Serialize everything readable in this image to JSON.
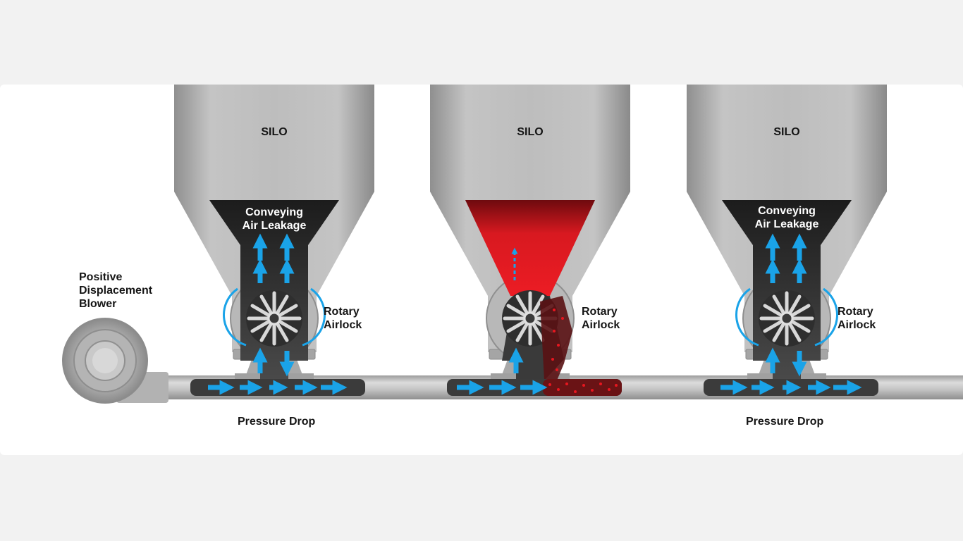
{
  "colors": {
    "background": "#f2f2f2",
    "panel": "#ffffff",
    "silo_metal": "#b9b9b9",
    "pipe": "#c8c8c8",
    "dark_channel": "#3d3d3d",
    "air_arrow": "#1aa3e8",
    "material_red": "#e8161f"
  },
  "blower": {
    "label_lines": [
      "Positive",
      "Displacement",
      "Blower"
    ]
  },
  "stations": [
    {
      "silo_label": "SILO",
      "leak_label_lines": [
        "Conveying",
        "Air Leakage"
      ],
      "airlock_label_lines": [
        "Rotary",
        "Airlock"
      ],
      "pressure_label": "Pressure Drop",
      "state": "air-leakage"
    },
    {
      "silo_label": "SILO",
      "leak_label_lines": [],
      "airlock_label_lines": [
        "Rotary",
        "Airlock"
      ],
      "pressure_label": "",
      "state": "material-flow"
    },
    {
      "silo_label": "SILO",
      "leak_label_lines": [
        "Conveying",
        "Air Leakage"
      ],
      "airlock_label_lines": [
        "Rotary",
        "Airlock"
      ],
      "pressure_label": "Pressure Drop",
      "state": "air-leakage"
    }
  ]
}
